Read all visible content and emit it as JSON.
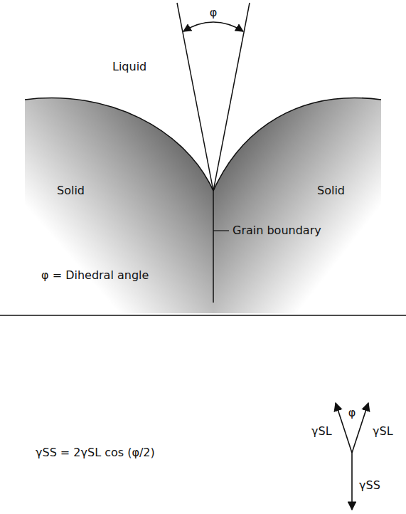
{
  "diagram": {
    "labels": [
      "φ",
      "Liquid",
      "Solid",
      "Solid",
      "Grain boundary",
      "φ = Dihedral angle",
      "γSS = 2γSL cos (φ/2)",
      "φ",
      "γSL",
      "γSL",
      "γSS"
    ]
  }
}
